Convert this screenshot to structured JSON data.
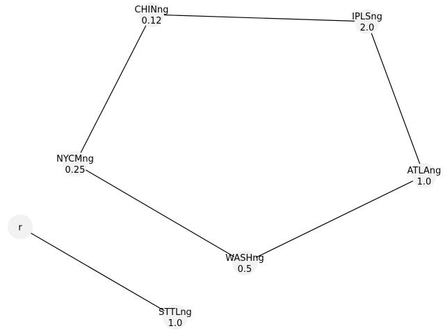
{
  "graph": {
    "nodes": [
      {
        "id": "chin",
        "name": "CHINng",
        "value": "0.12"
      },
      {
        "id": "ipls",
        "name": "IPLSng",
        "value": "2.0"
      },
      {
        "id": "nycm",
        "name": "NYCMng",
        "value": "0.25"
      },
      {
        "id": "atla",
        "name": "ATLAng",
        "value": "1.0"
      },
      {
        "id": "wash",
        "name": "WASHng",
        "value": "0.5"
      },
      {
        "id": "r",
        "name": "r",
        "value": ""
      },
      {
        "id": "sttl",
        "name": "STTLng",
        "value": "1.0"
      }
    ],
    "edges": [
      {
        "from": "chin",
        "to": "ipls"
      },
      {
        "from": "chin",
        "to": "nycm"
      },
      {
        "from": "ipls",
        "to": "atla"
      },
      {
        "from": "nycm",
        "to": "wash"
      },
      {
        "from": "atla",
        "to": "wash"
      },
      {
        "from": "r",
        "to": "sttl"
      }
    ],
    "colors": {
      "node_fill": "#f2f2f2",
      "edge": "#000000",
      "text": "#000000"
    }
  }
}
